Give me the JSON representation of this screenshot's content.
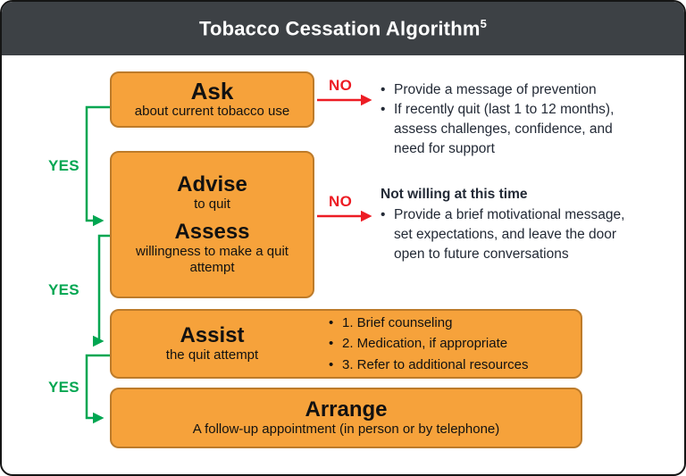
{
  "header": {
    "title": "Tobacco Cessation Algorithm",
    "superscript": "5"
  },
  "flow": {
    "yes_label": "YES",
    "no_label": "NO"
  },
  "boxes": {
    "ask": {
      "title": "Ask",
      "subtitle": "about current tobacco use"
    },
    "advise_assess": {
      "title1": "Advise",
      "subtitle1": "to quit",
      "title2": "Assess",
      "subtitle2": "willingness to make a quit attempt"
    },
    "assist": {
      "title": "Assist",
      "subtitle": "the quit attempt",
      "bullets": [
        "1. Brief counseling",
        "2. Medication, if appropriate",
        "3. Refer to additional resources"
      ]
    },
    "arrange": {
      "title": "Arrange",
      "subtitle": "A follow-up appointment (in person or by telephone)"
    }
  },
  "branches": {
    "ask_no": {
      "bullets": [
        "Provide a message of prevention",
        "If recently quit (last 1 to 12 months), assess challenges, confidence, and need for support"
      ]
    },
    "assess_no": {
      "heading": "Not willing at this time",
      "bullets": [
        "Provide a brief motivational message, set expectations, and leave the door open to future conversations"
      ]
    }
  },
  "colors": {
    "header_bg": "#3d4145",
    "box_fill": "#f6a23b",
    "box_border": "#bd7b2a",
    "yes_green": "#00a651",
    "no_red": "#ed1c24"
  }
}
